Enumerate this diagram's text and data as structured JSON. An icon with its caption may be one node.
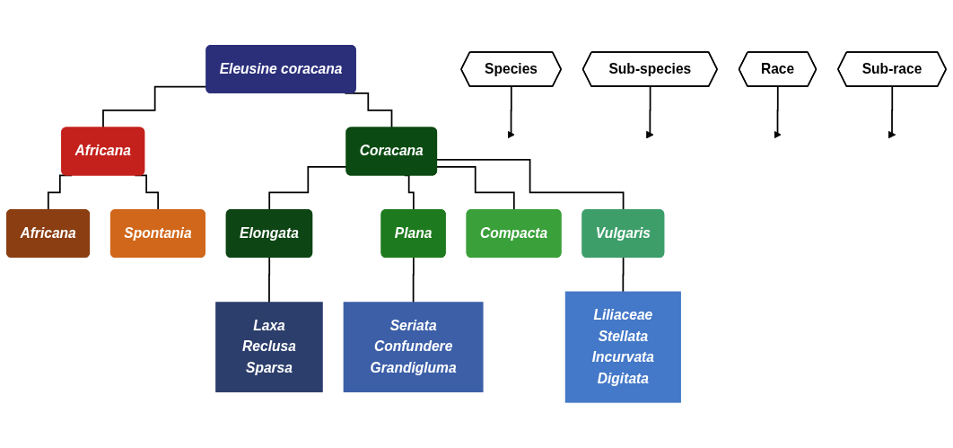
{
  "diagram": {
    "nodes": [
      {
        "text": [
          "Species"
        ]
      },
      {
        "text": [
          "Sub-species"
        ]
      },
      {
        "text": [
          "Race"
        ]
      },
      {
        "text": [
          "Sub-race"
        ]
      },
      {
        "text": [
          "Eleusine coracana"
        ]
      },
      {
        "text": [
          "Africana"
        ]
      },
      {
        "text": [
          "Coracana"
        ]
      },
      {
        "text": [
          "Africana"
        ]
      },
      {
        "text": [
          "Spontania"
        ]
      },
      {
        "text": [
          "Elongata"
        ]
      },
      {
        "text": [
          "Plana"
        ]
      },
      {
        "text": [
          "Compacta"
        ]
      },
      {
        "text": [
          "Vulgaris"
        ]
      },
      {
        "text": [
          "Laxa",
          "Reclusa",
          "Sparsa"
        ]
      },
      {
        "text": [
          "Seriata",
          "Confundere",
          "Grandigluma"
        ]
      },
      {
        "text": [
          "Liliaceae",
          "Stellata",
          "Incurvata",
          "Digitata"
        ]
      }
    ],
    "edges": [
      {
        "from": 0,
        "to": null,
        "arrow": "to"
      },
      {
        "from": 1,
        "to": null,
        "arrow": "to"
      },
      {
        "from": 2,
        "to": null,
        "arrow": "to"
      },
      {
        "from": 3,
        "to": null,
        "arrow": "to"
      },
      {
        "from": 4,
        "to": 5,
        "arrow": "none"
      },
      {
        "from": 4,
        "to": 6,
        "arrow": "none"
      },
      {
        "from": 5,
        "to": 7,
        "arrow": "none"
      },
      {
        "from": 5,
        "to": 8,
        "arrow": "none"
      },
      {
        "from": 6,
        "to": 9,
        "arrow": "none"
      },
      {
        "from": 6,
        "to": 10,
        "arrow": "none"
      },
      {
        "from": 6,
        "to": 11,
        "arrow": "none"
      },
      {
        "from": 6,
        "to": 12,
        "arrow": "none"
      },
      {
        "from": 9,
        "to": 13,
        "arrow": "none"
      },
      {
        "from": 10,
        "to": 14,
        "arrow": "none"
      },
      {
        "from": 12,
        "to": 15,
        "arrow": "none"
      }
    ]
  }
}
